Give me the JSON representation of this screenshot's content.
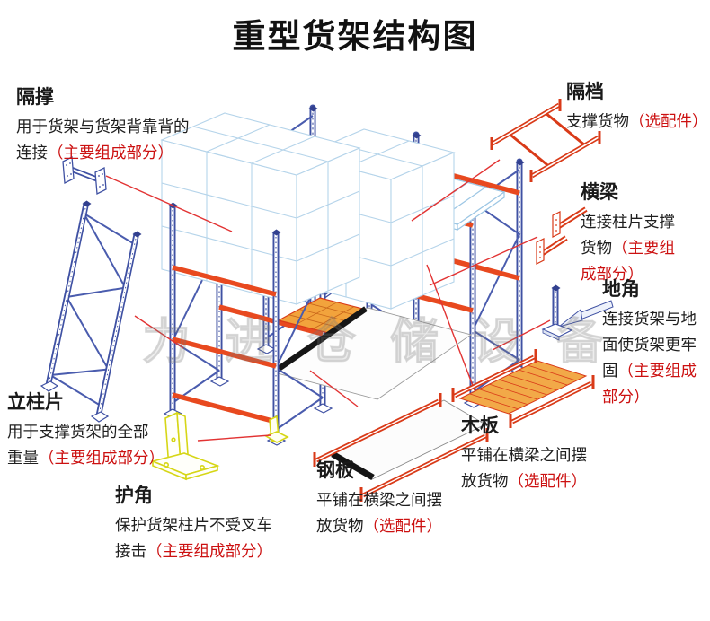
{
  "page_title": "重型货架结构图",
  "watermark": "力进仓储设备",
  "colors": {
    "upright_blue": "#3f51a3",
    "beam_orange": "#e8491f",
    "mesh_orange": "#f2a33c",
    "guard_yellow": "#d6d616",
    "red_text": "#cc1111",
    "callout_line": "#e23333",
    "box_outline": "#b5d4ea"
  },
  "labels": {
    "gecheng": {
      "title": "隔撑",
      "line1": "用于货架与货架背靠背的",
      "line2_pre": "连接",
      "line2_red": "（主要组成部分）"
    },
    "gedang": {
      "title": "隔档",
      "line1_pre": "支撑货物",
      "line1_red": "（选配件）"
    },
    "hengliang": {
      "title": "横梁",
      "line1": "连接柱片支撑",
      "line2_pre": "货物",
      "line2_red": "（主要组",
      "line3_red": "成部分）"
    },
    "dijiao": {
      "title": "地角",
      "line1": "连接货架与地",
      "line2": "面使货架更牢",
      "line3_pre": "固",
      "line3_red": "（主要组成",
      "line4_red": "部分）"
    },
    "lizhupian": {
      "title": "立柱片",
      "line1": "用于支撑货架的全部",
      "line2_pre": "重量",
      "line2_red": "（主要组成部分）"
    },
    "hujiao": {
      "title": "护角",
      "line1": "保护货架柱片不受叉车",
      "line2_pre": "接击",
      "line2_red": "（主要组成部分）"
    },
    "gangban": {
      "title": "钢板",
      "line1": "平铺在横梁之间摆",
      "line2_pre": "放货物",
      "line2_red": "（选配件）"
    },
    "muban": {
      "title": "木板",
      "line1": "平铺在横梁之间摆",
      "line2_pre": "放货物",
      "line2_red": "（选配件）"
    }
  }
}
